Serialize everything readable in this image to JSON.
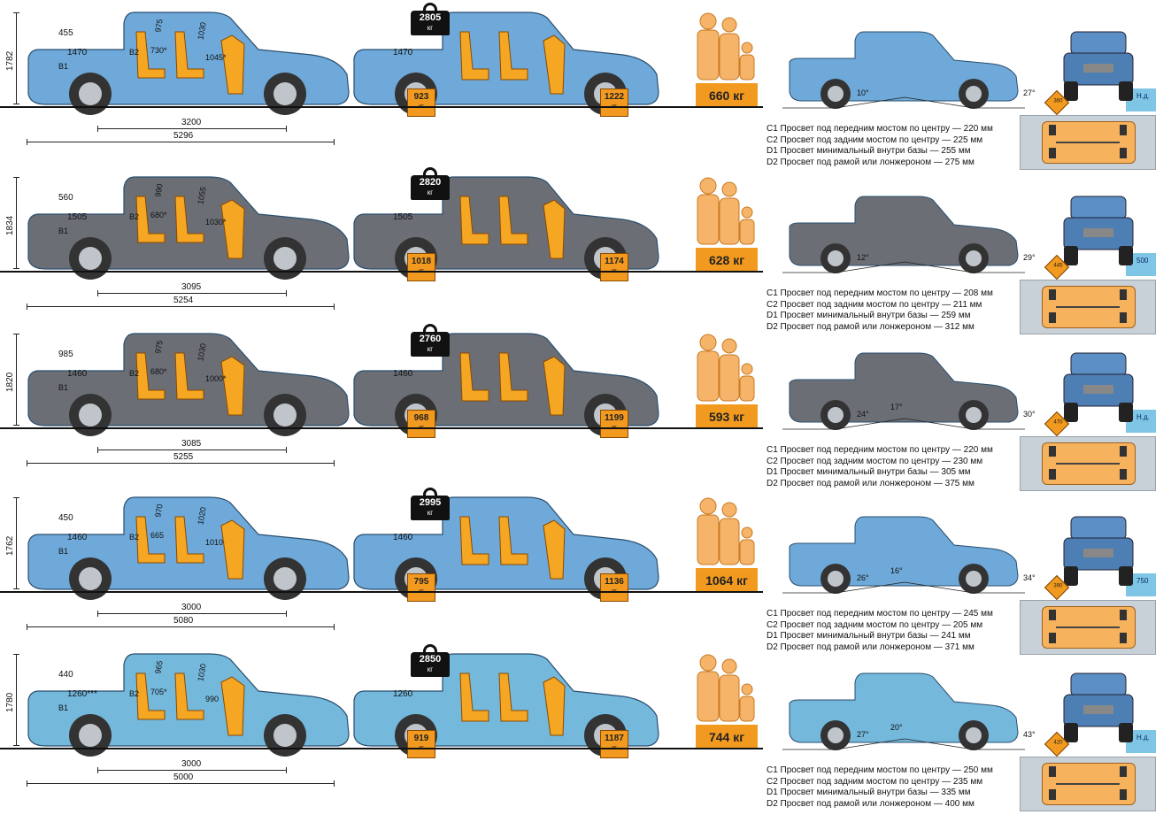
{
  "colors": {
    "body_blue": "#6ea9d9",
    "body_dark": "#6b6f75",
    "seat_orange": "#f5a623",
    "badge_orange": "#f29a1f",
    "water": "#7fc6e6"
  },
  "icons": {
    "weight": "weight-icon",
    "people": "people-icon",
    "seat": "seat-icon"
  },
  "units": {
    "kg": "кг"
  },
  "rows": [
    {
      "height": "1782",
      "rear_overhang": "455",
      "cargo": "1470",
      "seat_front": "975",
      "seat_rear": "1030",
      "angle": "730*",
      "door": "1045*",
      "wheelbase": "3200",
      "length": "5296",
      "b1": "B1",
      "b2": "B2",
      "gross": "2805",
      "axle_front": "923",
      "axle_rear": "1222",
      "cargo_top": "1470",
      "payload": "660 кг",
      "angles": [
        "10°",
        "27°"
      ],
      "tag": "Н.д.",
      "tag_diamond": "360",
      "clear": [
        "C1 Просвет под передним мостом по центру — 220 мм",
        "C2 Просвет под задним мостом по центру — 225 мм",
        "D1 Просвет минимальный внутри базы — 255 мм",
        "D2 Просвет под рамой или лонжероном — 275 мм"
      ]
    },
    {
      "height": "1834",
      "rear_overhang": "560",
      "cargo": "1505",
      "seat_front": "990",
      "seat_rear": "1055",
      "angle": "680*",
      "door": "1030*",
      "wheelbase": "3095",
      "length": "5254",
      "b1": "B1",
      "b2": "B2",
      "gross": "2820",
      "axle_front": "1018",
      "axle_rear": "1174",
      "cargo_top": "1505",
      "payload": "628 кг",
      "angles": [
        "12°",
        "29°"
      ],
      "tag": "500",
      "tag_diamond": "445",
      "clear": [
        "C1 Просвет под передним мостом по центру — 208 мм",
        "C2 Просвет под задним мостом по центру — 211 мм",
        "D1 Просвет минимальный внутри базы — 259 мм",
        "D2 Просвет под рамой или лонжероном — 312 мм"
      ]
    },
    {
      "height": "1820",
      "rear_overhang": "985",
      "cargo": "1460",
      "seat_front": "975",
      "seat_rear": "1030",
      "angle": "680*",
      "door": "1000*",
      "wheelbase": "3085",
      "length": "5255",
      "b1": "B1",
      "b2": "B2",
      "gross": "2760",
      "axle_front": "968",
      "axle_rear": "1199",
      "cargo_top": "1460",
      "payload": "593 кг",
      "angles": [
        "24°",
        "17°",
        "30°"
      ],
      "tag": "Н.д.",
      "tag_diamond": "470",
      "clear": [
        "C1 Просвет под передним мостом по центру — 220 мм",
        "C2 Просвет под задним мостом по центру — 230 мм",
        "D1 Просвет минимальный внутри базы — 305 мм",
        "D2 Просвет под рамой или лонжероном — 375 мм"
      ]
    },
    {
      "height": "1762",
      "rear_overhang": "450",
      "cargo": "1460",
      "seat_front": "970",
      "seat_rear": "1020",
      "angle": "665",
      "door": "1010",
      "wheelbase": "3000",
      "length": "5080",
      "b1": "B1",
      "b2": "B2",
      "gross": "2995",
      "axle_front": "795",
      "axle_rear": "1136",
      "cargo_top": "1460",
      "payload": "1064 кг",
      "angles": [
        "26°",
        "16°",
        "34°"
      ],
      "tag": "750",
      "tag_diamond": "390",
      "clear": [
        "C1 Просвет под передним мостом по центру — 245 мм",
        "C2 Просвет под задним мостом по центру — 205 мм",
        "D1 Просвет минимальный внутри базы — 241 мм",
        "D2 Просвет под рамой или лонжероном — 371 мм"
      ]
    },
    {
      "height": "1780",
      "rear_overhang": "440",
      "cargo": "1260***",
      "seat_front": "965",
      "seat_rear": "1030",
      "angle": "705*",
      "door": "990",
      "wheelbase": "3000",
      "length": "5000",
      "b1": "B1",
      "b2": "B2",
      "gross": "2850",
      "axle_front": "919",
      "axle_rear": "1187",
      "cargo_top": "1260",
      "payload": "744 кг",
      "angles": [
        "27°",
        "20°",
        "43°"
      ],
      "tag": "Н.д.",
      "tag_diamond": "420",
      "clear": [
        "C1 Просвет под передним мостом по центру — 250 мм",
        "C2 Просвет под задним мостом по центру — 235 мм",
        "D1 Просвет минимальный внутри базы — 335 мм",
        "D2 Просвет под рамой или лонжероном — 400 мм"
      ]
    }
  ]
}
